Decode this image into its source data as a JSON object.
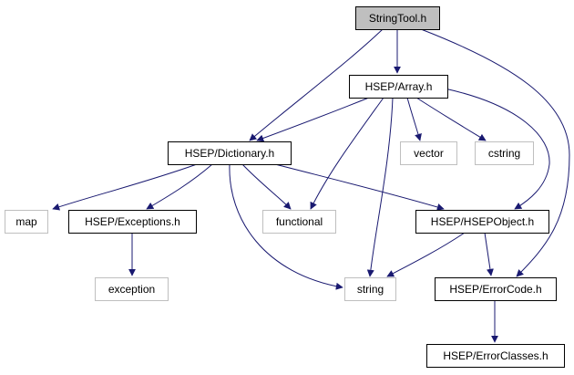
{
  "colors": {
    "edge": "#191970",
    "root_fill": "#bfbfbf",
    "node_stroke": "#000000",
    "ext_stroke": "#bfbfbf",
    "text": "#000000"
  },
  "nodes": [
    {
      "id": "stringtool",
      "label": "StringTool.h",
      "kind": "root"
    },
    {
      "id": "array",
      "label": "HSEP/Array.h",
      "kind": "internal"
    },
    {
      "id": "dictionary",
      "label": "HSEP/Dictionary.h",
      "kind": "internal"
    },
    {
      "id": "vector",
      "label": "vector",
      "kind": "external"
    },
    {
      "id": "cstring",
      "label": "cstring",
      "kind": "external"
    },
    {
      "id": "map",
      "label": "map",
      "kind": "external"
    },
    {
      "id": "exceptions",
      "label": "HSEP/Exceptions.h",
      "kind": "internal"
    },
    {
      "id": "functional",
      "label": "functional",
      "kind": "external"
    },
    {
      "id": "hsepobject",
      "label": "HSEP/HSEPObject.h",
      "kind": "internal"
    },
    {
      "id": "exception",
      "label": "exception",
      "kind": "external"
    },
    {
      "id": "string",
      "label": "string",
      "kind": "external"
    },
    {
      "id": "errorcode",
      "label": "HSEP/ErrorCode.h",
      "kind": "internal"
    },
    {
      "id": "errorclasses",
      "label": "HSEP/ErrorClasses.h",
      "kind": "internal"
    }
  ],
  "edges": [
    {
      "from": "stringtool",
      "to": "array"
    },
    {
      "from": "stringtool",
      "to": "dictionary"
    },
    {
      "from": "stringtool",
      "to": "errorcode"
    },
    {
      "from": "array",
      "to": "dictionary"
    },
    {
      "from": "array",
      "to": "vector"
    },
    {
      "from": "array",
      "to": "cstring"
    },
    {
      "from": "array",
      "to": "functional"
    },
    {
      "from": "array",
      "to": "string"
    },
    {
      "from": "array",
      "to": "hsepobject"
    },
    {
      "from": "dictionary",
      "to": "map"
    },
    {
      "from": "dictionary",
      "to": "exceptions"
    },
    {
      "from": "dictionary",
      "to": "functional"
    },
    {
      "from": "dictionary",
      "to": "string"
    },
    {
      "from": "dictionary",
      "to": "hsepobject"
    },
    {
      "from": "exceptions",
      "to": "exception"
    },
    {
      "from": "hsepobject",
      "to": "string"
    },
    {
      "from": "hsepobject",
      "to": "errorcode"
    },
    {
      "from": "errorcode",
      "to": "errorclasses"
    }
  ]
}
